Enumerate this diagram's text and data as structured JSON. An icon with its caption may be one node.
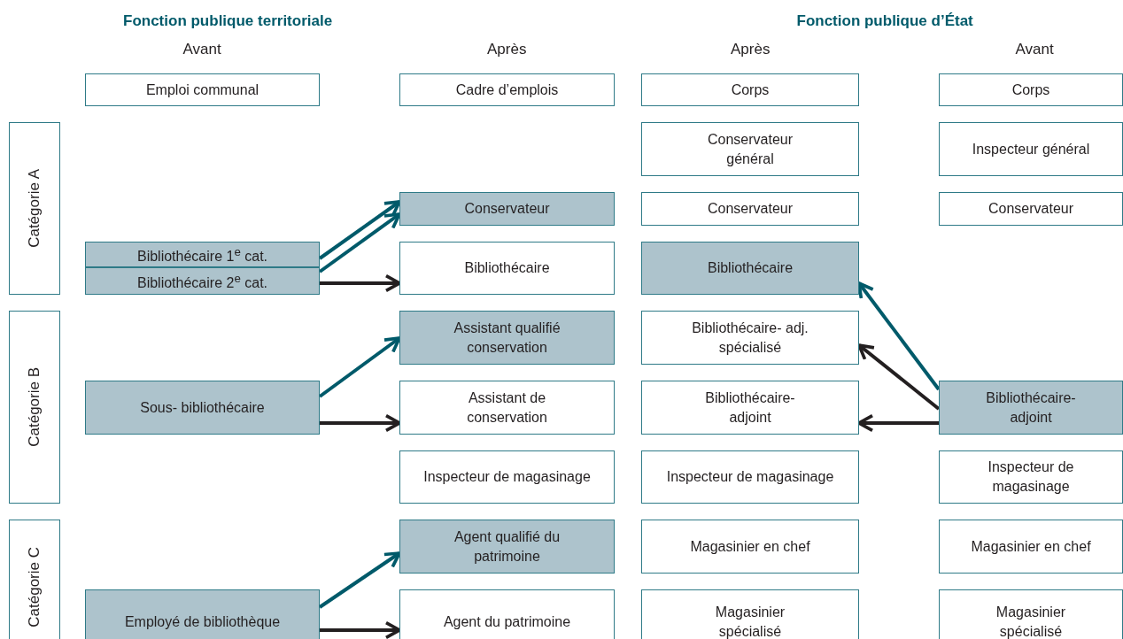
{
  "diagram": {
    "nodes": [
      {
        "text": [
          "Emploi communal"
        ]
      },
      {
        "text": [
          "Cadre d’emplois"
        ]
      },
      {
        "text": [
          "Corps"
        ]
      },
      {
        "text": [
          "Corps"
        ]
      },
      {
        "text": [
          "Catégorie A"
        ]
      },
      {
        "text": [
          "Conservateur général"
        ]
      },
      {
        "text": [
          "Inspecteur général"
        ]
      },
      {
        "text": [
          "Conservateur"
        ]
      },
      {
        "text": [
          "Conservateur"
        ]
      },
      {
        "text": [
          "Conservateur"
        ]
      },
      {
        "text": [
          "Bibliothécaire 1$^{e}$ cat."
        ]
      },
      {
        "text": [
          "Bibliothécaire 2$^{e}$ cat."
        ]
      },
      {
        "text": [
          "Bibliothécaire"
        ]
      },
      {
        "text": [
          "Bibliothécaire"
        ]
      },
      {
        "text": [
          "Catégorie B"
        ]
      },
      {
        "text": [
          "Assistant qualifié conservation"
        ]
      },
      {
        "text": [
          "Bibliothécaire- adj. spécialisé"
        ]
      },
      {
        "text": [
          "Sous- bibliothécaire"
        ]
      },
      {
        "text": [
          "Assistant de conservation"
        ]
      },
      {
        "text": [
          "Bibliothécaire- adjoint"
        ]
      },
      {
        "text": [
          "Bibliothécaire- adjoint"
        ]
      },
      {
        "text": [
          "Inspecteur de magasinage"
        ]
      },
      {
        "text": [
          "Inspecteur de magasinage"
        ]
      },
      {
        "text": [
          "Inspecteur de magasinage"
        ]
      },
      {
        "text": [
          "Catégorie C"
        ]
      },
      {
        "text": [
          "Agent qualifié du patrimoine"
        ]
      },
      {
        "text": [
          "Magasinier en chef"
        ]
      },
      {
        "text": [
          "Magasinier en chef"
        ]
      },
      {
        "text": [
          "Employé de bibliothèque"
        ]
      },
      {
        "text": [
          "Agent du patrimoine"
        ]
      },
      {
        "text": [
          "Magasinier spécialisé"
        ]
      },
      {
        "text": [
          "Magasinier spécialisé"
        ]
      }
    ],
    "edges": [
      {
        "from": 10,
        "to": 7,
        "arrow": "to",
        "color": "#005a6a"
      },
      {
        "from": 11,
        "to": 7,
        "arrow": "to",
        "color": "#005a6a"
      },
      {
        "from": 11,
        "to": 12,
        "arrow": "to",
        "color": "#231f20"
      },
      {
        "from": 17,
        "to": 15,
        "arrow": "to",
        "color": "#005a6a"
      },
      {
        "from": 17,
        "to": 18,
        "arrow": "to",
        "color": "#231f20"
      },
      {
        "from": 28,
        "to": 25,
        "arrow": "to",
        "color": "#005a6a"
      },
      {
        "from": 28,
        "to": 29,
        "arrow": "to",
        "color": "#231f20"
      },
      {
        "from": 20,
        "to": 13,
        "arrow": "to",
        "color": "#005a6a"
      },
      {
        "from": 20,
        "to": 16,
        "arrow": "to",
        "color": "#231f20"
      },
      {
        "from": 20,
        "to": 19,
        "arrow": "to",
        "color": "#231f20"
      }
    ],
    "labels": [
      "Fonction publique territoriale",
      "Fonction publique d’État",
      "Avant",
      "Après",
      "Après",
      "Avant"
    ]
  }
}
